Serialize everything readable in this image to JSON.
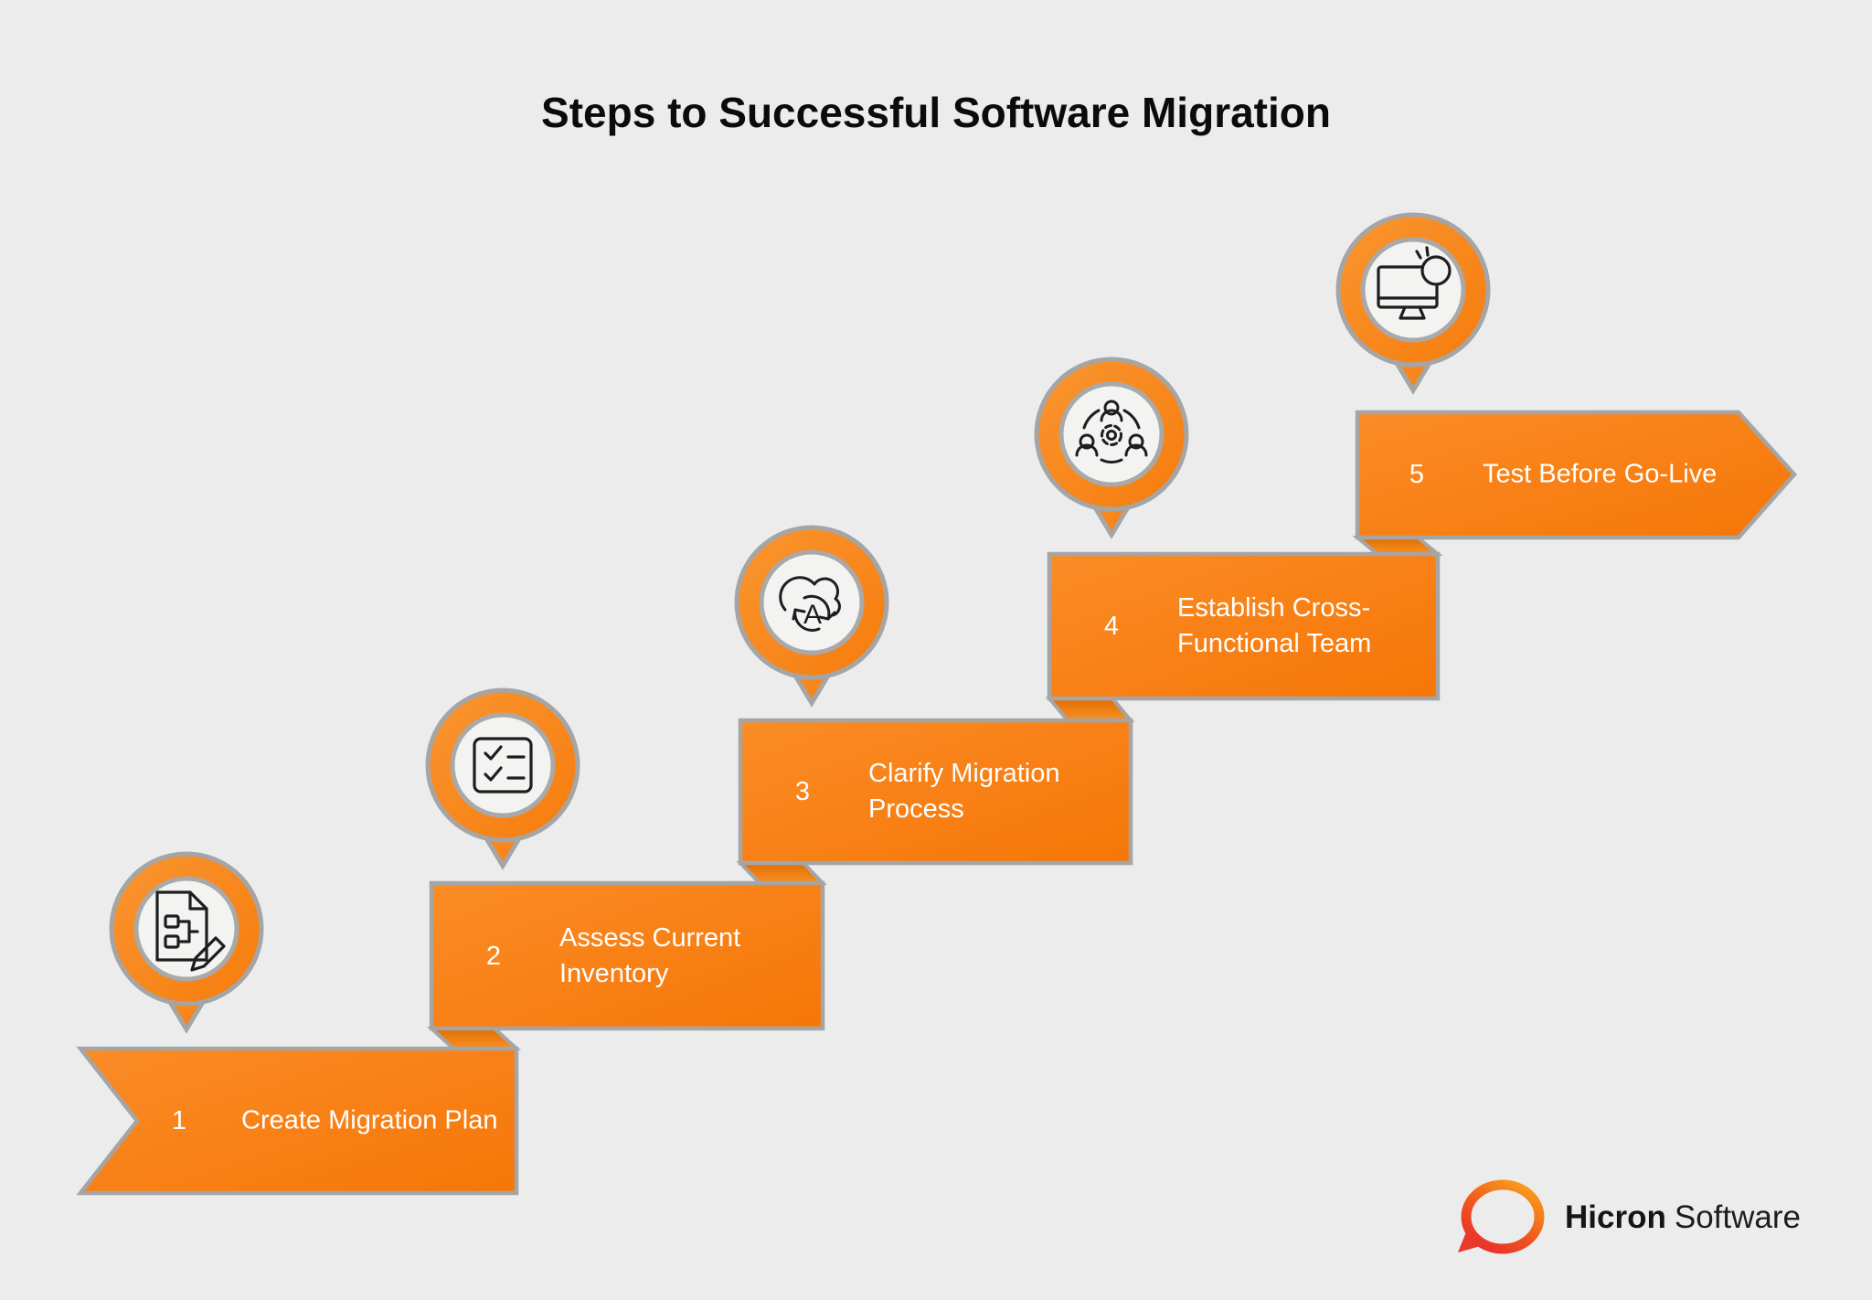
{
  "title": "Steps to Successful Software Migration",
  "steps": [
    {
      "number": "1",
      "label": "Create Migration Plan",
      "icon": "document-plan-icon"
    },
    {
      "number": "2",
      "label": "Assess Current Inventory",
      "icon": "checklist-icon"
    },
    {
      "number": "3",
      "label": "Clarify Migration Process",
      "icon": "cloud-sync-icon",
      "icon_letter": "A"
    },
    {
      "number": "4",
      "label": "Establish Cross-Functional Team",
      "icon": "team-gear-icon"
    },
    {
      "number": "5",
      "label": "Test Before Go-Live",
      "icon": "monitor-alert-icon"
    }
  ],
  "logo": {
    "brand": "Hicron",
    "suffix": "Software"
  },
  "colors": {
    "background": "#ECECEC",
    "banner_orange": "#F8821B",
    "banner_orange_deep": "#F67607",
    "fold_orange_dark": "#E06E04",
    "border_gray": "#A5A5A5",
    "icon_stroke": "#1E1E1E",
    "inner_circle": "#F3F3F1",
    "text_on_banner": "#FFFFFF",
    "title_text": "#0B0B0B",
    "logo_orange": "#F9A01B",
    "logo_red": "#E62E2C"
  }
}
